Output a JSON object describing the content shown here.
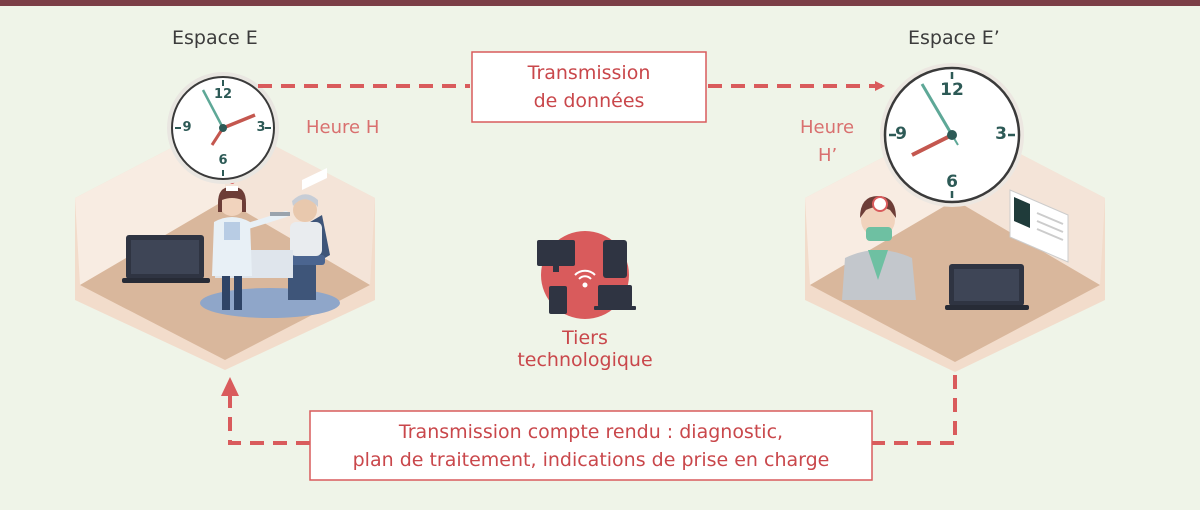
{
  "space_left": {
    "title": "Espace E",
    "time_label": "Heure H"
  },
  "space_right": {
    "title": "Espace E’",
    "time_label_line1": "Heure",
    "time_label_line2": "H’"
  },
  "data_transmission": {
    "line1": "Transmission",
    "line2": "de données"
  },
  "tech_third_party": {
    "label": "Tiers technologique"
  },
  "report_transmission": {
    "line1": "Transmission compte rendu : diagnostic,",
    "line2": "plan de traitement, indications de prise en charge"
  },
  "clock_numbers": {
    "twelve": "12",
    "three": "3",
    "six": "6",
    "nine": "9"
  },
  "colors": {
    "background": "#eff4e8",
    "accent": "#d95b5c",
    "label_red": "#c9474b",
    "top_bar": "#7b3e46",
    "clock_hand_green": "#5ea897",
    "clock_hand_red": "#c4574f"
  }
}
